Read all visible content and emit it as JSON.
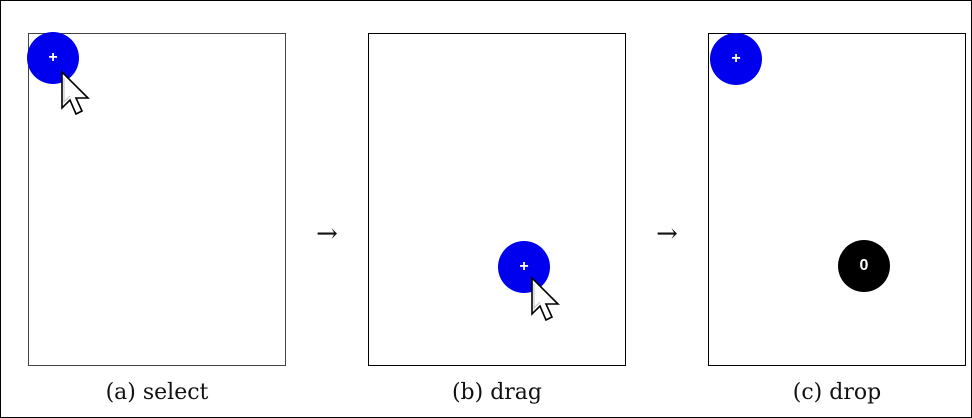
{
  "panels": [
    {
      "caption": "(a) select",
      "plus_node": {
        "label": "+",
        "color": "#0000ee"
      }
    },
    {
      "caption": "(b) drag",
      "plus_node": {
        "label": "+",
        "color": "#0000ee"
      }
    },
    {
      "caption": "(c) drop",
      "plus_node": {
        "label": "+",
        "color": "#0000ee"
      },
      "counter_node": {
        "label": "0",
        "color": "#000000"
      }
    }
  ],
  "arrow_symbol": "→",
  "cursor_icon": "arrow-pointer-icon"
}
